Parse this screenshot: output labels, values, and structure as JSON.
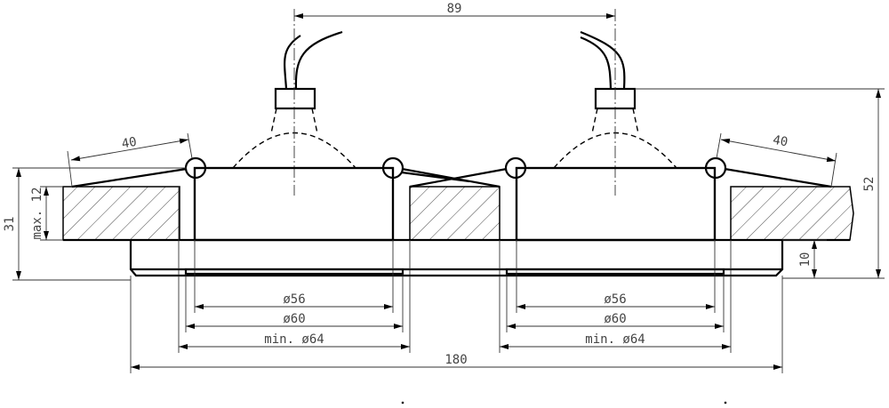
{
  "drawing": {
    "colors": {
      "line": "#000000",
      "dimension": "#444444",
      "background": "#ffffff"
    },
    "dimensions": {
      "center_distance": "89",
      "total_height": "52",
      "total_depth": "31",
      "ceiling_thickness": "max. 12",
      "bezel_height": "10",
      "spring_left": "40",
      "spring_right": "40",
      "left_inner": "ø56",
      "left_outer": "ø60",
      "left_cutout": "min. ø64",
      "right_inner": "ø56",
      "right_outer": "ø60",
      "right_cutout": "min. ø64",
      "total_length": "180"
    }
  }
}
